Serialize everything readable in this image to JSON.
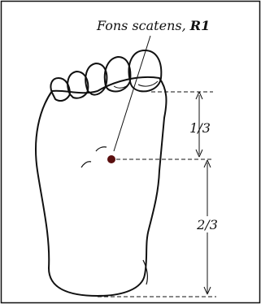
{
  "title": {
    "name_text": "Fons scatens, ",
    "code_text": "R1"
  },
  "measurements": {
    "upper_fraction": "1/3",
    "lower_fraction": "2/3"
  },
  "colors": {
    "stroke": "#111111",
    "point": "#5a0f0f",
    "paper": "#ffffff"
  }
}
